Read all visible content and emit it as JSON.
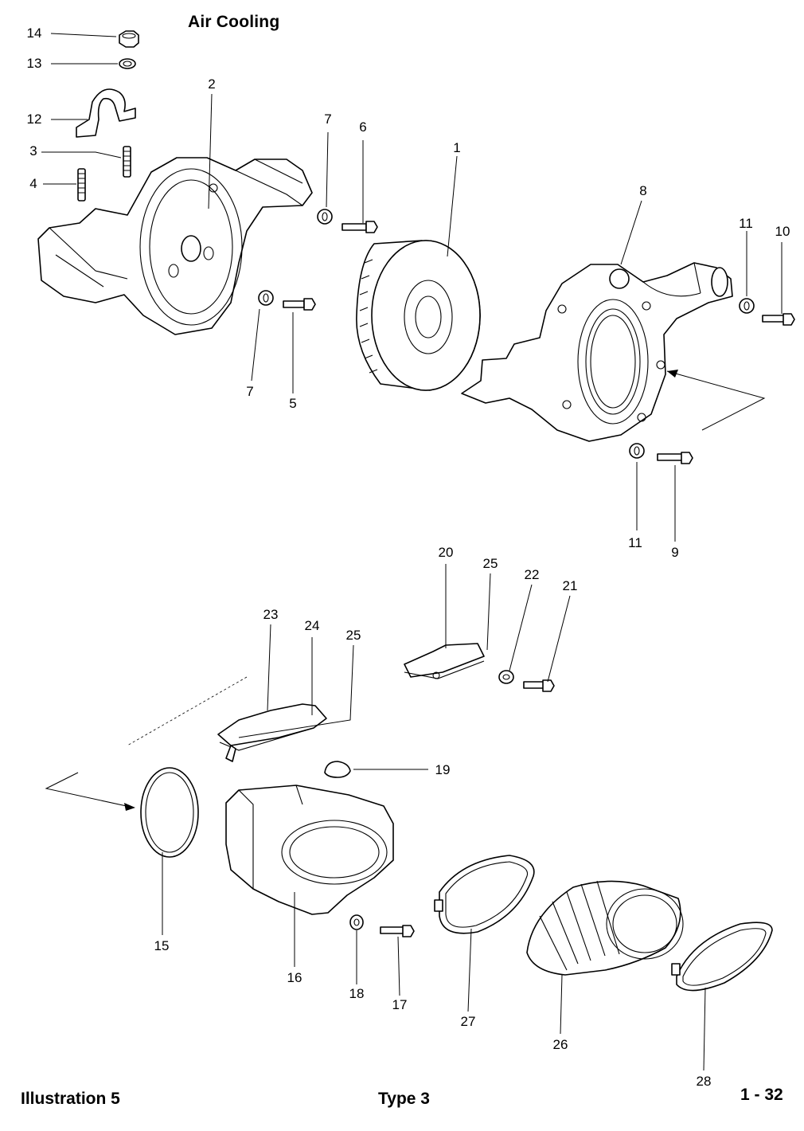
{
  "title": "Air Cooling",
  "footer": {
    "illustration": "Illustration  5",
    "type": "Type 3",
    "page": "1 - 32"
  },
  "callouts": {
    "c1": "1",
    "c2": "2",
    "c3": "3",
    "c4": "4",
    "c5": "5",
    "c6": "6",
    "c7a": "7",
    "c7b": "7",
    "c8": "8",
    "c9": "9",
    "c10": "10",
    "c11a": "11",
    "c11b": "11",
    "c12": "12",
    "c13": "13",
    "c14": "14",
    "c15": "15",
    "c16": "16",
    "c17": "17",
    "c18": "18",
    "c19": "19",
    "c20": "20",
    "c21": "21",
    "c22": "22",
    "c23": "23",
    "c24": "24",
    "c25a": "25",
    "c25b": "25",
    "c26": "26",
    "c27": "27",
    "c28": "28"
  }
}
